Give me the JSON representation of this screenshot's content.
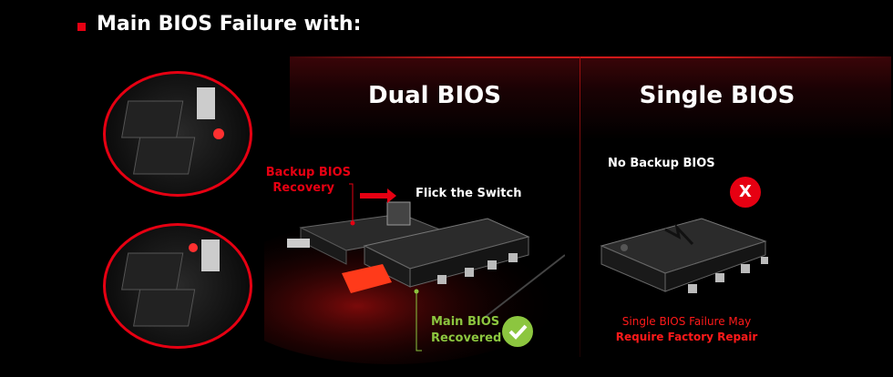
{
  "heading": "Main BIOS Failure with:",
  "dual": {
    "title": "Dual BIOS",
    "backup_label_1": "Backup BIOS",
    "backup_label_2": "Recovery",
    "switch_label": "Flick the Switch",
    "recovered_1": "Main BIOS",
    "recovered_2": "Recovered"
  },
  "single": {
    "title": "Single BIOS",
    "no_backup": "No Backup BIOS",
    "x_mark": "X",
    "failure_1": "Single BIOS Failure May",
    "failure_2": "Require Factory Repair"
  },
  "colors": {
    "accent": "#e60012",
    "green": "#8cc63f"
  }
}
